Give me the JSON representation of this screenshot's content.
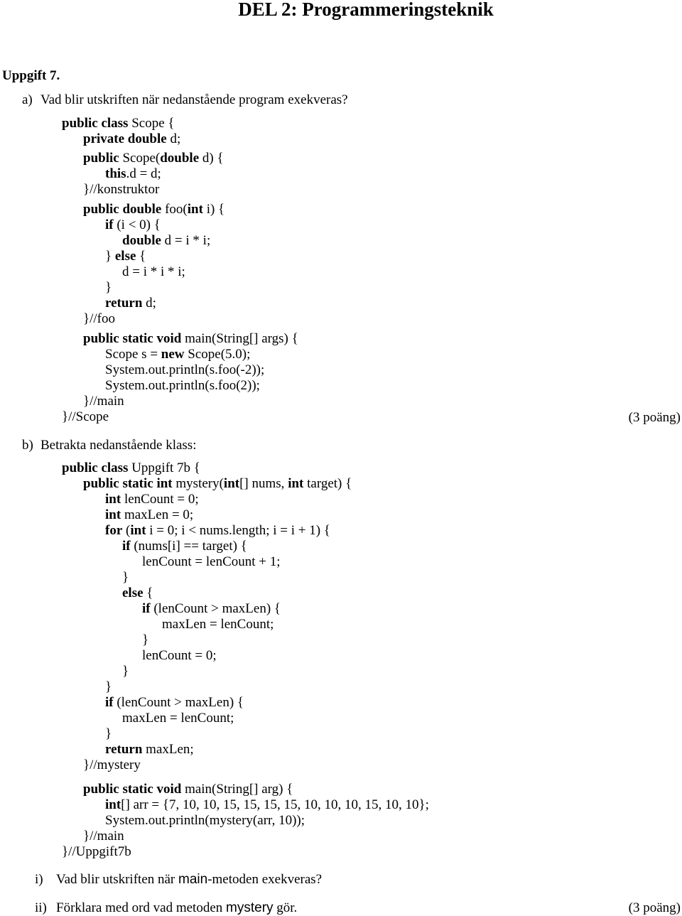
{
  "title": "DEL 2: Programmeringsteknik",
  "heading": "Uppgift 7.",
  "part_a": {
    "label": "a)",
    "question": "Vad blir utskriften när nedanstående program exekveras?",
    "points": "(3 poäng)",
    "code": [
      [
        {
          "t": "public class",
          "b": true
        },
        {
          "t": " Scope {"
        }
      ],
      [
        {
          "t": "private double",
          "b": true
        },
        {
          "t": " d;"
        }
      ],
      [
        {
          "t": "public",
          "b": true
        },
        {
          "t": " Scope("
        },
        {
          "t": "double",
          "b": true
        },
        {
          "t": " d) {"
        }
      ],
      [
        {
          "t": "this",
          "b": true
        },
        {
          "t": ".d = d;"
        }
      ],
      [
        {
          "t": "}//konstruktor"
        }
      ],
      [
        {
          "t": "public double",
          "b": true
        },
        {
          "t": " foo("
        },
        {
          "t": "int",
          "b": true
        },
        {
          "t": " i) {"
        }
      ],
      [
        {
          "t": "if",
          "b": true
        },
        {
          "t": " (i < 0) {"
        }
      ],
      [
        {
          "t": "double",
          "b": true
        },
        {
          "t": " d = i * i;"
        }
      ],
      [
        {
          "t": "} "
        },
        {
          "t": "else",
          "b": true
        },
        {
          "t": " {"
        }
      ],
      [
        {
          "t": "d = i * i * i;"
        }
      ],
      [
        {
          "t": "}"
        }
      ],
      [
        {
          "t": "return",
          "b": true
        },
        {
          "t": " d;"
        }
      ],
      [
        {
          "t": "}//foo"
        }
      ],
      [
        {
          "t": "public static void",
          "b": true
        },
        {
          "t": " main(String[] args) {"
        }
      ],
      [
        {
          "t": "Scope s = "
        },
        {
          "t": "new",
          "b": true
        },
        {
          "t": " Scope(5.0);"
        }
      ],
      [
        {
          "t": "System.out.println(s.foo(-2));"
        }
      ],
      [
        {
          "t": "System.out.println(s.foo(2));"
        }
      ],
      [
        {
          "t": "}//main"
        }
      ],
      [
        {
          "t": "}//Scope"
        }
      ]
    ]
  },
  "part_b": {
    "label": "b)",
    "question": "Betrakta nedanstående klass:",
    "code": [
      [
        {
          "t": "public class",
          "b": true
        },
        {
          "t": " Uppgift 7b {"
        }
      ],
      [
        {
          "t": "public static int",
          "b": true
        },
        {
          "t": " mystery("
        },
        {
          "t": "int",
          "b": true
        },
        {
          "t": "[] nums, "
        },
        {
          "t": "int",
          "b": true
        },
        {
          "t": " target) {"
        }
      ],
      [
        {
          "t": "int",
          "b": true
        },
        {
          "t": " lenCount = 0;"
        }
      ],
      [
        {
          "t": "int",
          "b": true
        },
        {
          "t": " maxLen = 0;"
        }
      ],
      [
        {
          "t": "for",
          "b": true
        },
        {
          "t": " ("
        },
        {
          "t": "int",
          "b": true
        },
        {
          "t": " i = 0; i < nums.length; i = i + 1) {"
        }
      ],
      [
        {
          "t": "if",
          "b": true
        },
        {
          "t": " (nums[i] == target) {"
        }
      ],
      [
        {
          "t": "lenCount = lenCount + 1;"
        }
      ],
      [
        {
          "t": "}"
        }
      ],
      [
        {
          "t": "else",
          "b": true
        },
        {
          "t": " {"
        }
      ],
      [
        {
          "t": "if",
          "b": true
        },
        {
          "t": " (lenCount > maxLen) {"
        }
      ],
      [
        {
          "t": "maxLen = lenCount;"
        }
      ],
      [
        {
          "t": "}"
        }
      ],
      [
        {
          "t": "lenCount = 0;"
        }
      ],
      [
        {
          "t": "}"
        }
      ],
      [
        {
          "t": "}"
        }
      ],
      [
        {
          "t": "if",
          "b": true
        },
        {
          "t": " (lenCount > maxLen) {"
        }
      ],
      [
        {
          "t": "maxLen = lenCount;"
        }
      ],
      [
        {
          "t": "}"
        }
      ],
      [
        {
          "t": "return",
          "b": true
        },
        {
          "t": " maxLen;"
        }
      ],
      [
        {
          "t": "}//mystery"
        }
      ],
      [
        {
          "t": "public static void",
          "b": true
        },
        {
          "t": " main(String[] arg) {"
        }
      ],
      [
        {
          "t": "int",
          "b": true
        },
        {
          "t": "[] arr = {7, 10, 10, 15, 15, 15, 15, 10, 10, 10, 15, 10, 10};"
        }
      ],
      [
        {
          "t": "System.out.println(mystery(arr, 10));"
        }
      ],
      [
        {
          "t": "}//main"
        }
      ],
      [
        {
          "t": "}//Uppgift7b"
        }
      ]
    ],
    "sub_i": {
      "label": "i)",
      "pre": "Vad blir utskriften när ",
      "code": "main",
      "post": "-metoden exekveras?"
    },
    "sub_ii": {
      "label": "ii)",
      "pre": "Förklara med ord vad metoden ",
      "code": "mystery",
      "post": " gör.",
      "points": "(3 poäng)"
    }
  }
}
